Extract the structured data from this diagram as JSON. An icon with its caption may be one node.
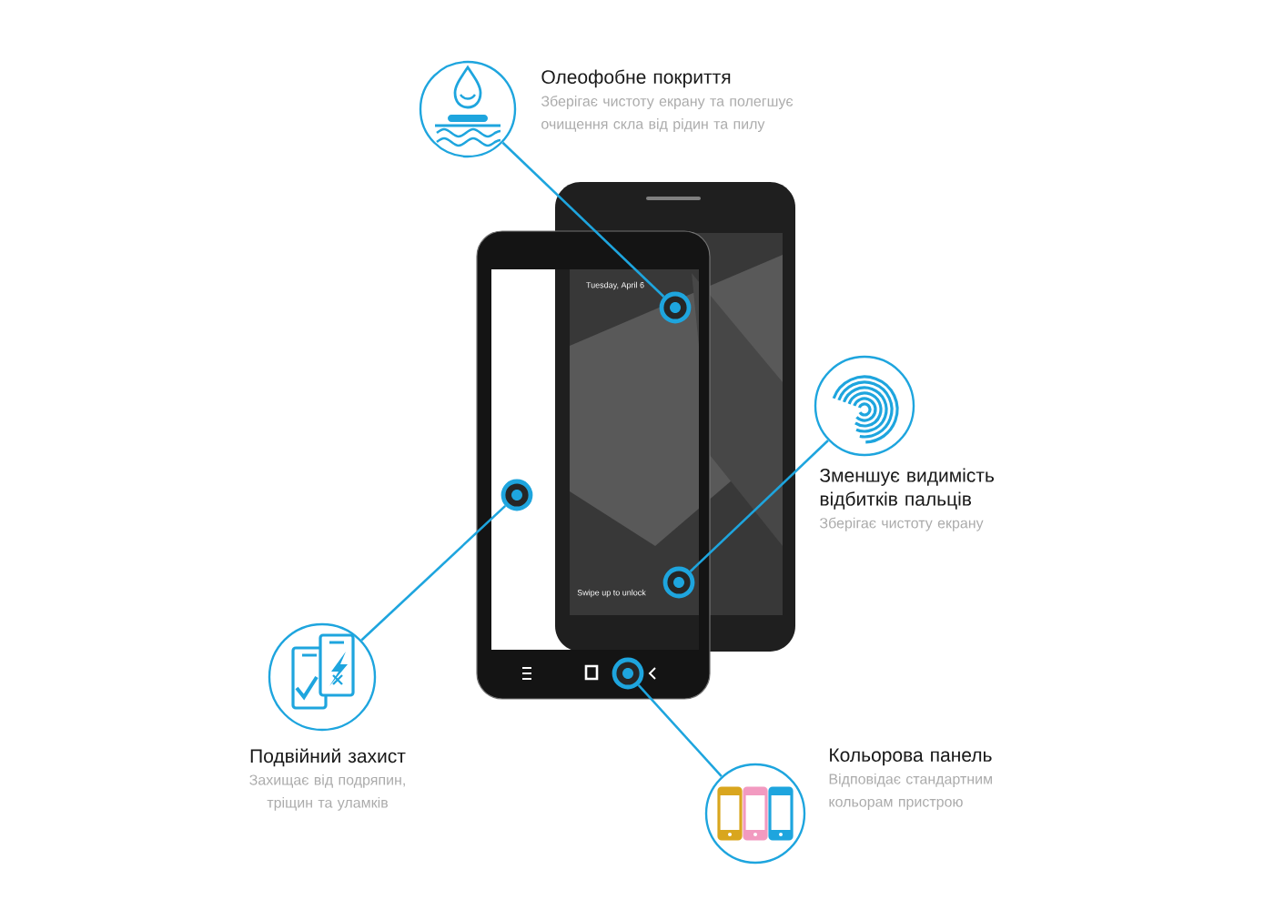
{
  "diagram": {
    "nodes": [
      {
        "text": [
          "Олеофобне покриття",
          "Зберігає чистоту екрану та полегшує очищення скла від рідин та пилу"
        ]
      },
      {
        "text": [
          "Зменшує видимість відбитків пальців",
          "Зберігає чистоту екрану"
        ]
      },
      {
        "text": [
          "Подвійний захист",
          "Захищає від подряпин, тріщин та уламків"
        ]
      },
      {
        "text": [
          "Кольорова панель",
          "Відповідає стандартним кольорам пристрою"
        ]
      },
      {
        "text": [],
        "shape": "circle"
      },
      {
        "text": [],
        "shape": "circle"
      },
      {
        "text": [],
        "shape": "circle"
      },
      {
        "text": [],
        "shape": "circle"
      }
    ],
    "edges": [
      {
        "from": 0,
        "to": 4,
        "arrow": "none"
      },
      {
        "from": 1,
        "to": 6,
        "arrow": "none"
      },
      {
        "from": 2,
        "to": 5,
        "arrow": "none"
      },
      {
        "from": 3,
        "to": 7,
        "arrow": "none"
      }
    ],
    "labels": [
      "Tuesday, April 6",
      "Swipe up to unlock"
    ]
  }
}
